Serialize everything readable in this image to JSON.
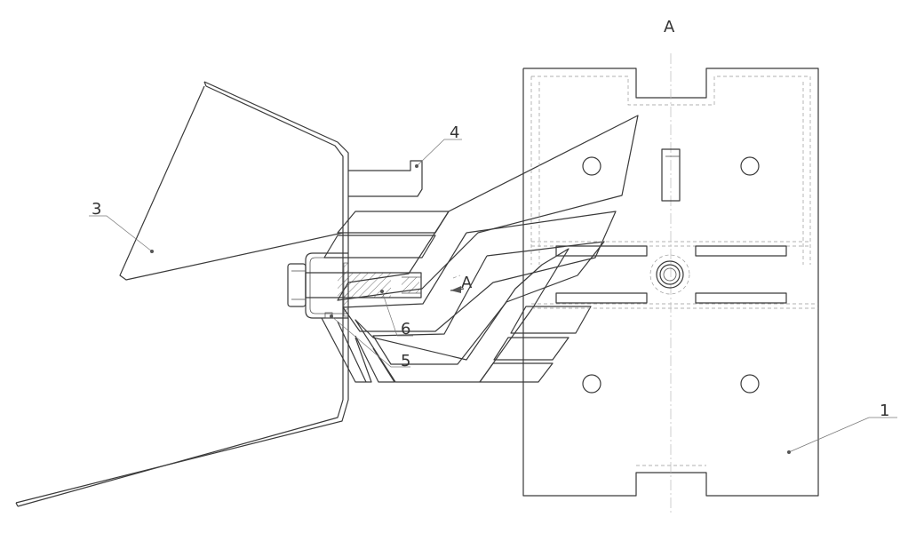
{
  "diagram": {
    "view_label": "A",
    "section_label": "A",
    "callouts": [
      {
        "id": "callout-1",
        "text": "1"
      },
      {
        "id": "callout-3",
        "text": "3"
      },
      {
        "id": "callout-4",
        "text": "4"
      },
      {
        "id": "callout-5",
        "text": "5"
      },
      {
        "id": "callout-6",
        "text": "6"
      }
    ]
  }
}
